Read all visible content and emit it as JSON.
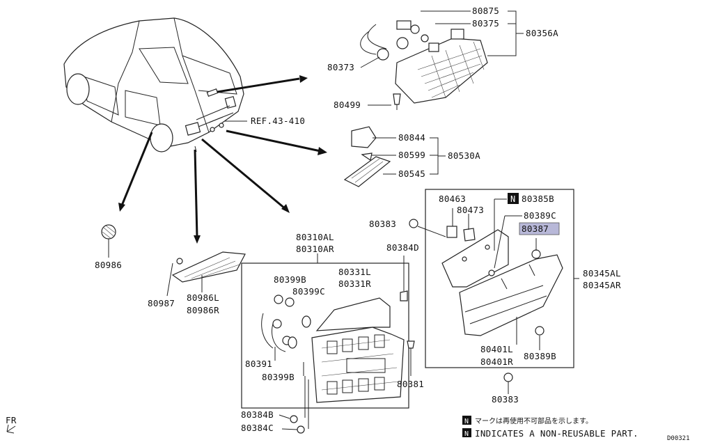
{
  "part_labels": [
    "80875",
    "80375",
    "80356A",
    "80373",
    "80499",
    "REF.43-410",
    "80844",
    "80599",
    "80530A",
    "80545",
    "80986",
    "80987",
    "80986L",
    "80986R",
    "80310AL",
    "80310AR",
    "80399B",
    "80399C",
    "80331L",
    "80331R",
    "80391",
    "80399B",
    "80384D",
    "80381",
    "80384B",
    "80384C",
    "80383",
    "80463",
    "80473",
    "80385B",
    "80389C",
    "80387",
    "80345AL",
    "80345AR",
    "80401L",
    "80401R",
    "80389B",
    "80383"
  ],
  "highlight": {
    "part": "80387",
    "color": "#b8b8d8"
  },
  "non_reusable_badge": "N",
  "notes": {
    "japanese": "マークは再使用不可部品を示します。",
    "english": "INDICATES A NON-REUSABLE PART."
  },
  "orientation": {
    "label": "FR"
  },
  "diagram_code": "D00321"
}
